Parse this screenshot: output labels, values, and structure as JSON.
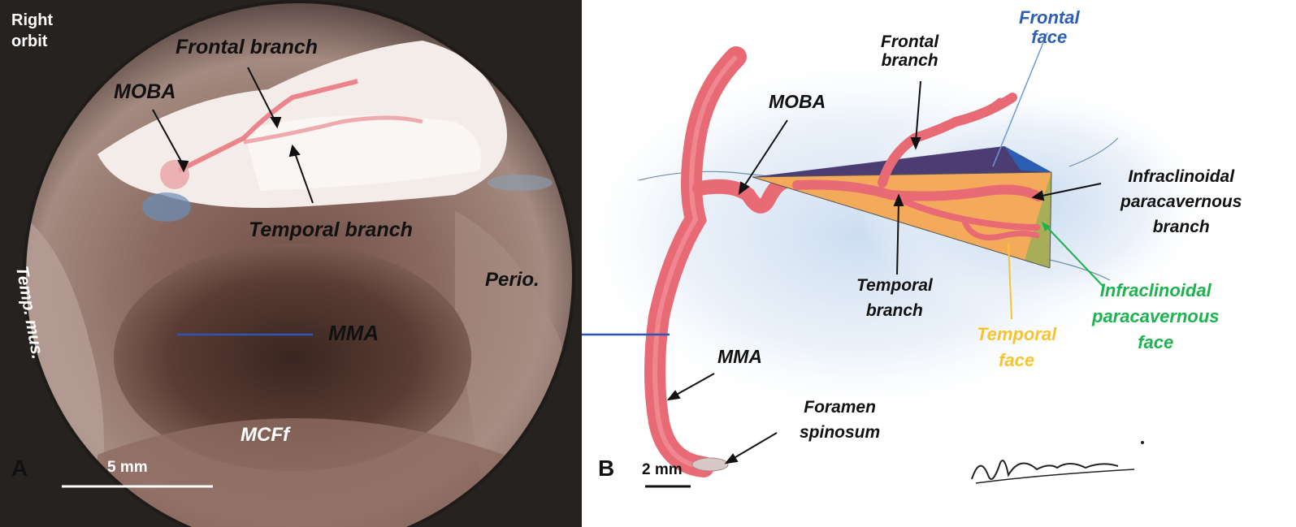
{
  "panel_a": {
    "letter": "A",
    "labels": {
      "right_orbit_1": "Right",
      "right_orbit_2": "orbit",
      "frontal_branch": "Frontal branch",
      "moba": "MOBA",
      "temporal_branch": "Temporal branch",
      "temp_mus": "Temp. mus.",
      "perio": "Perio.",
      "mma": "MMA",
      "mcff": "MCFf"
    },
    "scale_bar": "5 mm"
  },
  "panel_b": {
    "letter": "B",
    "labels": {
      "frontal_face_1": "Frontal",
      "frontal_face_2": "face",
      "frontal_branch_1": "Frontal",
      "frontal_branch_2": "branch",
      "moba": "MOBA",
      "infra_branch_1": "Infraclinoidal",
      "infra_branch_2": "paracavernous",
      "infra_branch_3": "branch",
      "infra_face_1": "Infraclinoidal",
      "infra_face_2": "paracavernous",
      "infra_face_3": "face",
      "temporal_branch_1": "Temporal",
      "temporal_branch_2": "branch",
      "temporal_face_1": "Temporal",
      "temporal_face_2": "face",
      "mma": "MMA",
      "foramen_1": "Foramen",
      "foramen_2": "spinosum"
    },
    "scale_bar": "2 mm"
  },
  "colors": {
    "artery": "#ef6f7a",
    "frontal_face": "#2c5fb3",
    "temporal_face": "#f7c431",
    "infra_face": "#1db34f",
    "connector_line": "#2f56b0"
  }
}
